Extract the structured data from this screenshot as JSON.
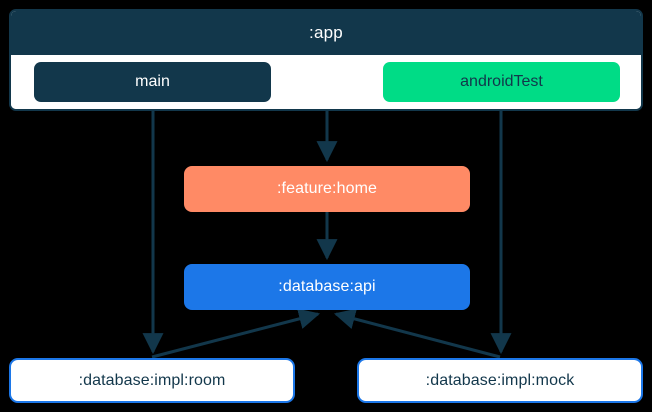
{
  "diagram": {
    "type": "module-dependency-graph",
    "background_color": "#000000",
    "app_container": {
      "title": ":app",
      "title_bar_color": "#12374b",
      "border_color": "#12374b",
      "body_color": "#ffffff",
      "source_sets": [
        {
          "label": "main",
          "fill": "#12374b",
          "text_color": "#ffffff"
        },
        {
          "label": "androidTest",
          "fill": "#00dc86",
          "text_color": "#12374b"
        }
      ]
    },
    "nodes": [
      {
        "id": "feature-home",
        "label": ":feature:home",
        "fill": "#ff8a65",
        "text_color": "#ffffff"
      },
      {
        "id": "database-api",
        "label": ":database:api",
        "fill": "#1c77e8",
        "text_color": "#ffffff"
      },
      {
        "id": "database-impl-room",
        "label": ":database:impl:room",
        "fill": "#ffffff",
        "text_color": "#12374b",
        "border_color": "#1c77e8"
      },
      {
        "id": "database-impl-mock",
        "label": ":database:impl:mock",
        "fill": "#ffffff",
        "text_color": "#12374b",
        "border_color": "#1c77e8"
      }
    ],
    "edges": [
      {
        "from": "main",
        "to": "database-impl-room",
        "style": "vertical"
      },
      {
        "from": "androidTest",
        "to": "database-impl-mock",
        "style": "vertical"
      },
      {
        "from": "app",
        "to": "feature-home",
        "style": "vertical"
      },
      {
        "from": "feature-home",
        "to": "database-api",
        "style": "vertical"
      },
      {
        "from": "database-impl-room",
        "to": "database-api",
        "style": "diagonal"
      },
      {
        "from": "database-impl-mock",
        "to": "database-api",
        "style": "diagonal"
      }
    ],
    "edge_color": "#12374b"
  }
}
